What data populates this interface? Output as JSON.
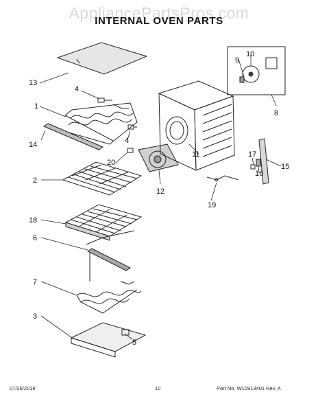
{
  "watermark": "AppliancePartsPros.com",
  "title": "INTERNAL OVEN PARTS",
  "footer": {
    "date": "07/26/2016",
    "page": "10",
    "part_no": "Part No. W10913401  Rev. A"
  },
  "callouts": [
    "13",
    "4",
    "1",
    "4",
    "14",
    "20",
    "12",
    "2",
    "18",
    "6",
    "7",
    "3",
    "5",
    "9",
    "10",
    "8",
    "11",
    "17",
    "16",
    "15",
    "19"
  ]
}
